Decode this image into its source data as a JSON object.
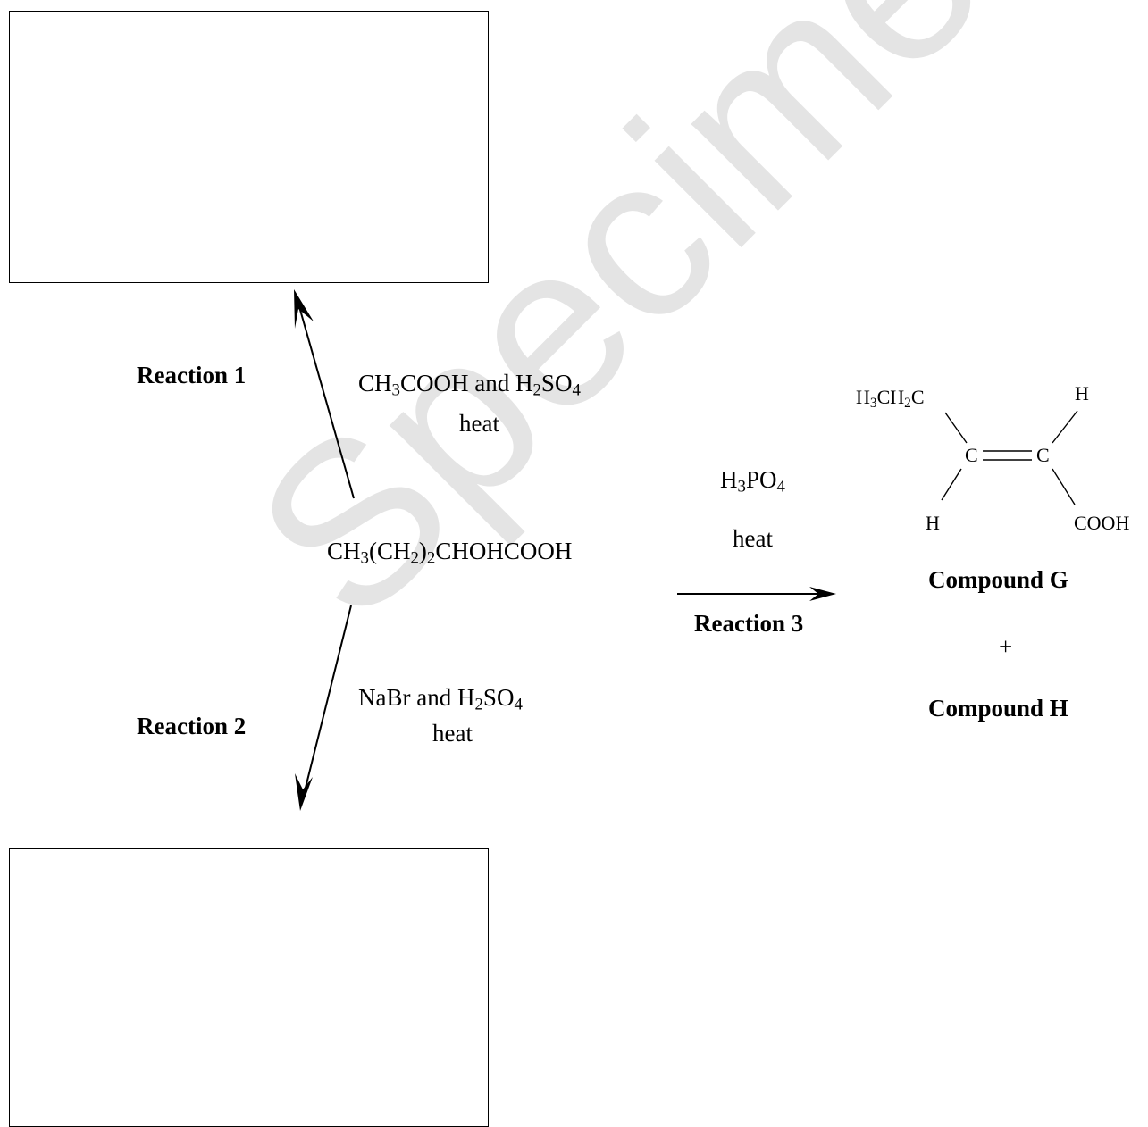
{
  "watermark": "Specimen",
  "reactions": {
    "r1": {
      "label": "Reaction 1",
      "reagent_a": "CH",
      "reagent_a_sub": "3",
      "reagent_a_mid": "COOH and H",
      "reagent_a_sub2": "2",
      "reagent_a_end": "SO",
      "reagent_a_sub3": "4",
      "condition": "heat"
    },
    "r2": {
      "label": "Reaction 2",
      "reagent_a": "NaBr and H",
      "reagent_a_sub": "2",
      "reagent_a_mid": "SO",
      "reagent_a_sub2": "4",
      "condition": "heat"
    },
    "r3": {
      "label": "Reaction 3",
      "reagent_a": "H",
      "reagent_a_sub": "3",
      "reagent_a_mid": "PO",
      "reagent_a_sub2": "4",
      "condition": "heat"
    }
  },
  "start": {
    "p1": "CH",
    "s1": "3",
    "p2": "(CH",
    "s2": "2",
    "p3": ")",
    "s3": "2",
    "p4": "CHOHCOOH"
  },
  "compound_g": {
    "name": "Compound G",
    "ethyl_p1": "H",
    "ethyl_s1": "3",
    "ethyl_p2": "CH",
    "ethyl_s2": "2",
    "ethyl_p3": "C",
    "c_left": "C",
    "c_right": "C",
    "h_top": "H",
    "h_bottom": "H",
    "cooh": "COOH"
  },
  "plus": "+",
  "compound_h": {
    "name": "Compound H"
  }
}
